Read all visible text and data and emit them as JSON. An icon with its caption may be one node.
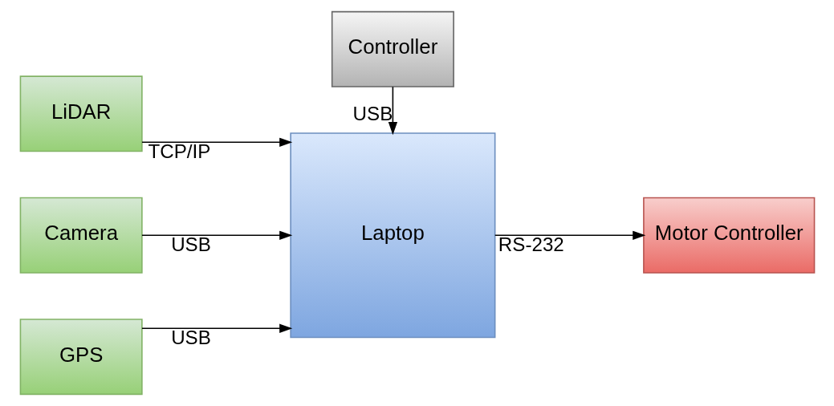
{
  "diagram": {
    "nodes": [
      {
        "text": [
          "LiDAR"
        ]
      },
      {
        "text": [
          "Camera"
        ]
      },
      {
        "text": [
          "GPS"
        ]
      },
      {
        "text": [
          "Laptop"
        ]
      },
      {
        "text": [
          "Motor Controller"
        ]
      },
      {
        "text": [
          "Controller"
        ]
      }
    ],
    "edges": [
      {
        "from": 0,
        "to": 3,
        "arrow": "to",
        "label": "TCP/IP"
      },
      {
        "from": 1,
        "to": 3,
        "arrow": "to",
        "label": "USB"
      },
      {
        "from": 2,
        "to": 3,
        "arrow": "to",
        "label": "USB"
      },
      {
        "from": 3,
        "to": 4,
        "arrow": "to",
        "label": "RS-232"
      },
      {
        "from": 5,
        "to": 3,
        "arrow": "to",
        "label": "USB"
      }
    ]
  }
}
